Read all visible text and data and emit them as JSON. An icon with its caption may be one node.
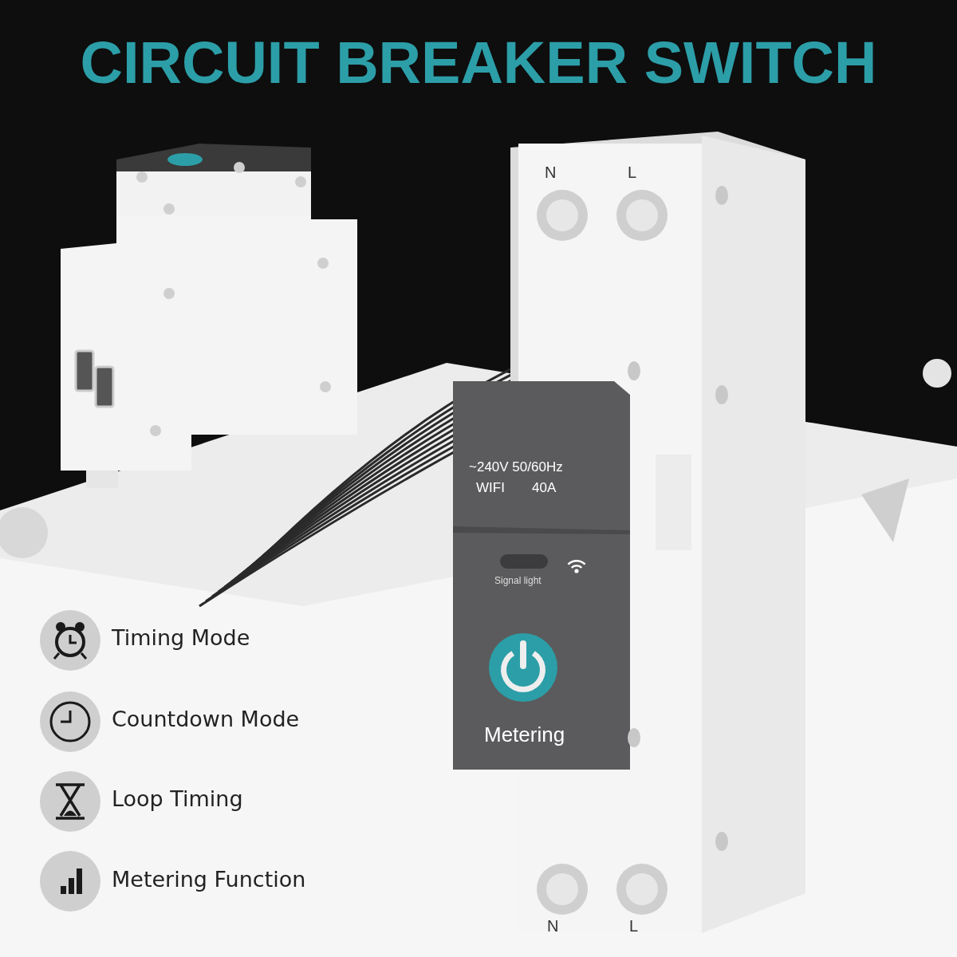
{
  "diagram": {
    "title": "CIRCUIT BREAKER SWITCH",
    "labels": [
      "N",
      "L",
      "~240V 50/60Hz",
      "WIFI",
      "40A",
      "Signal light",
      "Metering",
      "Timing Mode",
      "Countdown Mode",
      "Loop Timing",
      "Metering Function",
      "N",
      "L"
    ]
  }
}
